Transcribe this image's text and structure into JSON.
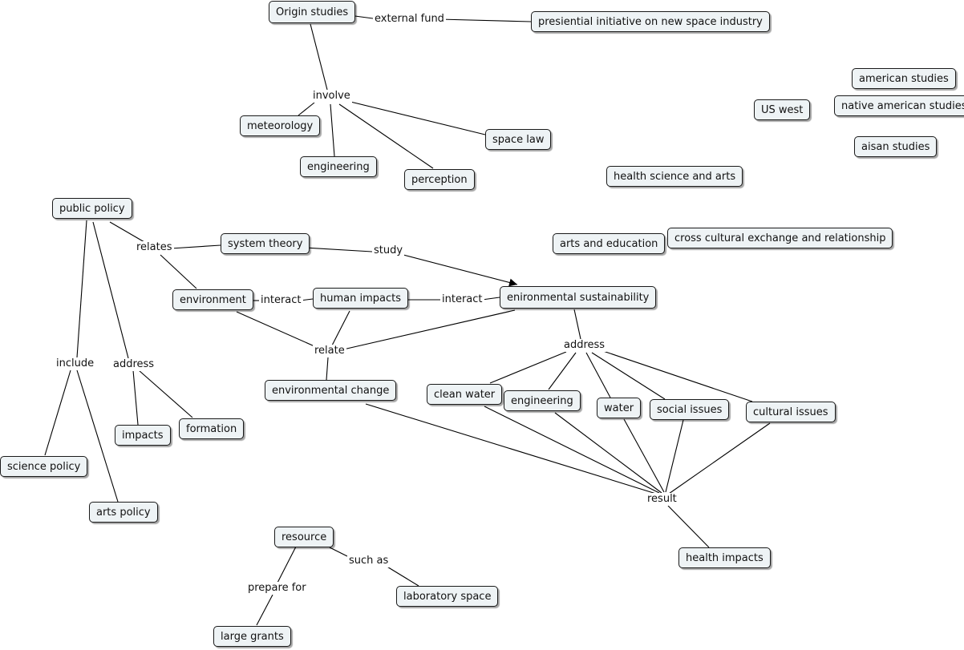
{
  "concepts": {
    "origin_studies": "Origin studies",
    "presidential_initiative": "presiential initiative on new space industry",
    "meteorology": "meteorology",
    "engineering_top": "engineering",
    "perception": "perception",
    "space_law": "space law",
    "american_studies": "american studies",
    "us_west": "US west",
    "native_american_studies": "native american studies",
    "asian_studies": "aisan studies",
    "health_science_arts": "health science and arts",
    "public_policy": "public policy",
    "system_theory": "system theory",
    "arts_education": "arts and education",
    "cross_cultural": "cross cultural exchange and relationship",
    "environment": "environment",
    "human_impacts": "human impacts",
    "environmental_sustainability": "enironmental sustainability",
    "environmental_change": "environmental change",
    "clean_water": "clean water",
    "engineering_bottom": "engineering",
    "water": "water",
    "social_issues": "social issues",
    "cultural_issues": "cultural issues",
    "impacts": "impacts",
    "formation": "formation",
    "science_policy": "science policy",
    "arts_policy": "arts policy",
    "resource": "resource",
    "laboratory_space": "laboratory space",
    "large_grants": "large grants",
    "health_impacts": "health impacts"
  },
  "links": {
    "external_fund": "external fund",
    "involve": "involve",
    "relates": "relates",
    "study": "study",
    "interact_1": "interact",
    "interact_2": "interact",
    "relate": "relate",
    "address_right": "address",
    "include": "include",
    "address_left": "address",
    "result": "result",
    "such_as": "such as",
    "prepare_for": "prepare for"
  }
}
